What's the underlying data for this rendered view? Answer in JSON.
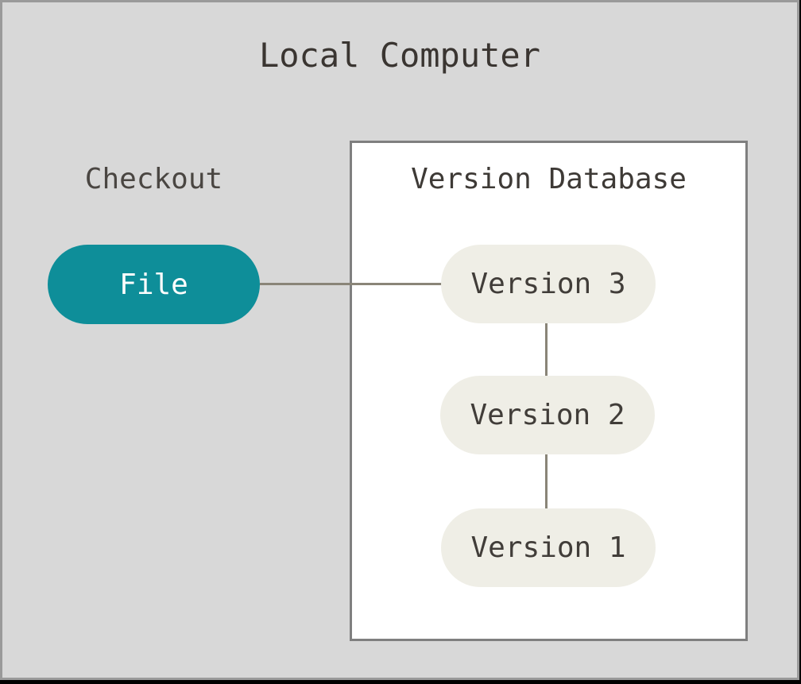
{
  "diagram": {
    "title": "Local Computer",
    "checkout_label": "Checkout",
    "file_node": {
      "label": "File"
    },
    "version_database": {
      "title": "Version Database",
      "nodes": [
        {
          "label": "Version 3"
        },
        {
          "label": "Version 2"
        },
        {
          "label": "Version 1"
        }
      ]
    },
    "edges": [
      {
        "from": "File",
        "to": "Version 3"
      },
      {
        "from": "Version 3",
        "to": "Version 2"
      },
      {
        "from": "Version 2",
        "to": "Version 1"
      }
    ],
    "colors": {
      "background": "#d8d8d8",
      "frame_border": "#9a9a9a",
      "outer_edge_shadow": "#000000",
      "box_background": "#ffffff",
      "box_border": "#7f7f7f",
      "file_node_fill": "#0e8e99",
      "file_node_text": "#fdfdfd",
      "version_node_fill": "#efeee6",
      "node_text": "#413d39",
      "title_text": "#3a3531",
      "connector": "#8a8578"
    }
  }
}
